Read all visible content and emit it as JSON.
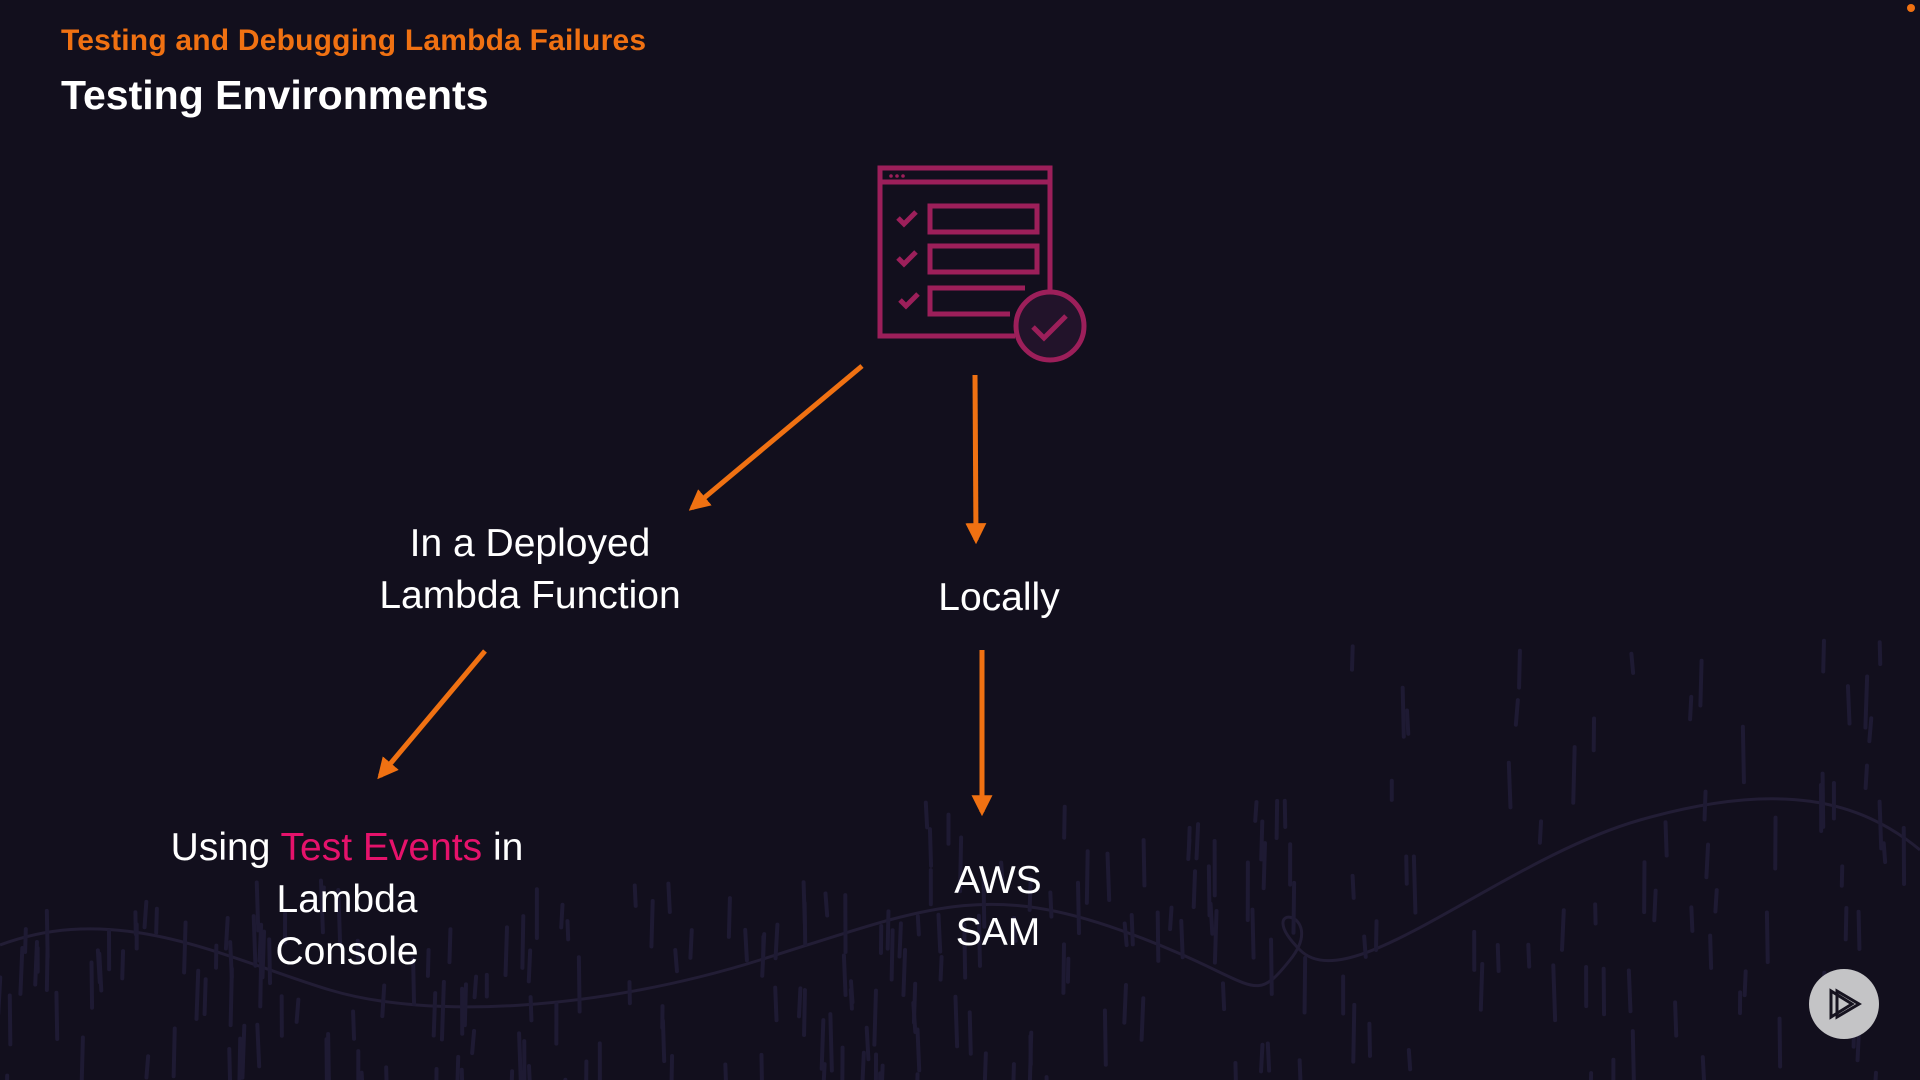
{
  "slide": {
    "kicker": "Testing and Debugging Lambda Failures",
    "title": "Testing Environments"
  },
  "diagram": {
    "root_icon": "checklist-window-with-check-icon",
    "nodes": {
      "deployed": {
        "lines": [
          "In a Deployed",
          "Lambda Function"
        ]
      },
      "locally": {
        "lines": [
          "Locally"
        ]
      },
      "test_events": {
        "line1_prefix": "Using ",
        "line1_highlight": "Test Events",
        "line1_suffix": " in",
        "lines_rest": [
          "Lambda",
          "Console"
        ]
      },
      "aws_sam": {
        "lines": [
          "AWS",
          "SAM"
        ]
      }
    },
    "edges": [
      {
        "from": "root",
        "to": "deployed"
      },
      {
        "from": "root",
        "to": "locally"
      },
      {
        "from": "deployed",
        "to": "test_events"
      },
      {
        "from": "locally",
        "to": "aws_sam"
      }
    ]
  },
  "branding": {
    "logo_icon": "pluralsight-play-logo-icon"
  },
  "colors": {
    "background": "#120f1d",
    "accent_orange": "#f07112",
    "icon_magenta": "#9c1f5a",
    "highlight_pink": "#e5126b",
    "text": "#ffffff"
  }
}
